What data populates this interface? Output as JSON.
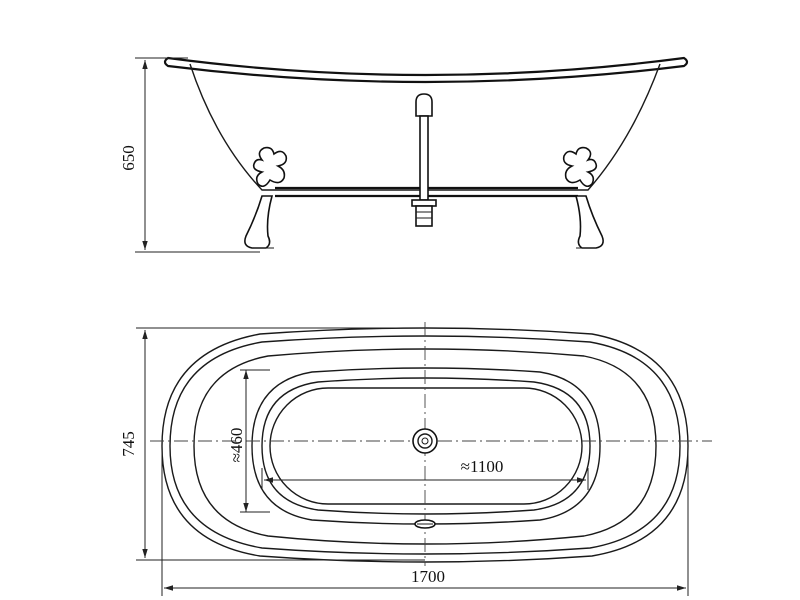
{
  "side_view": {
    "height_label": "650"
  },
  "top_view": {
    "width_label": "745",
    "length_label": "1700",
    "inner_width_label": "≈460",
    "inner_length_label": "≈1100"
  }
}
